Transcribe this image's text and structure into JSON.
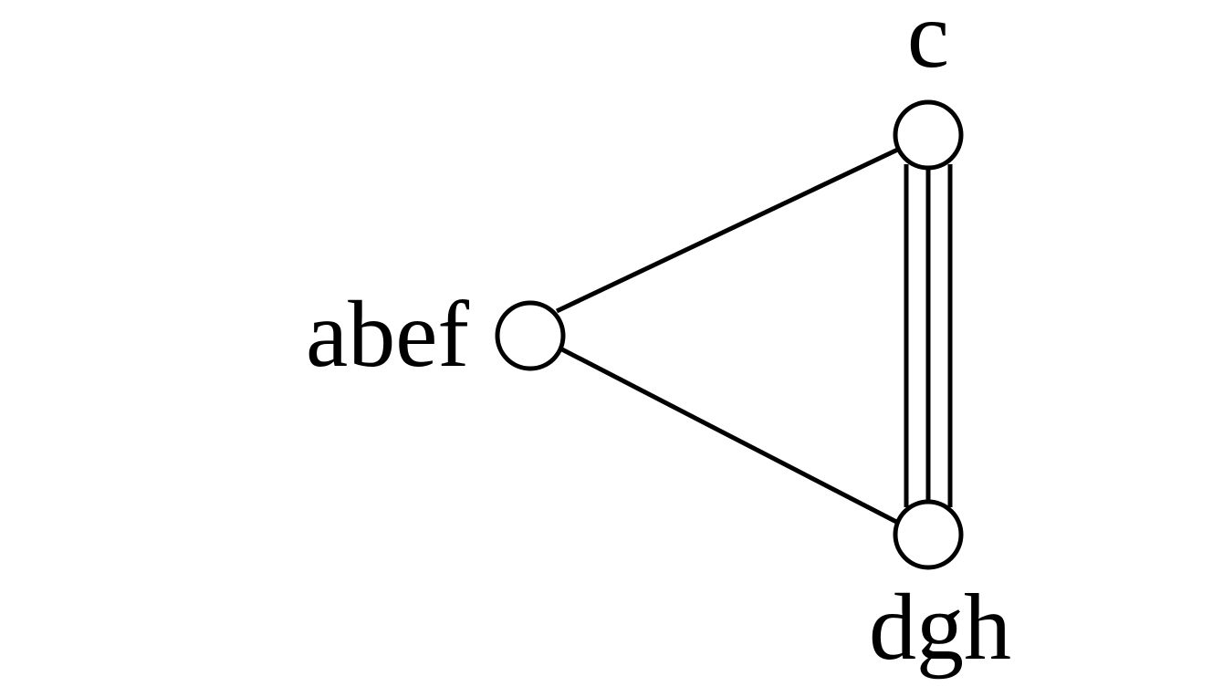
{
  "graph": {
    "nodes": [
      {
        "id": "abef",
        "label": "abef"
      },
      {
        "id": "c",
        "label": "c"
      },
      {
        "id": "dgh",
        "label": "dgh"
      }
    ],
    "edges": [
      {
        "from": "abef",
        "to": "c",
        "multiplicity": 1
      },
      {
        "from": "abef",
        "to": "dgh",
        "multiplicity": 1
      },
      {
        "from": "c",
        "to": "dgh",
        "multiplicity": 3
      }
    ]
  },
  "colors": {
    "stroke": "#000000",
    "node_fill": "#ffffff",
    "background": "#ffffff"
  }
}
